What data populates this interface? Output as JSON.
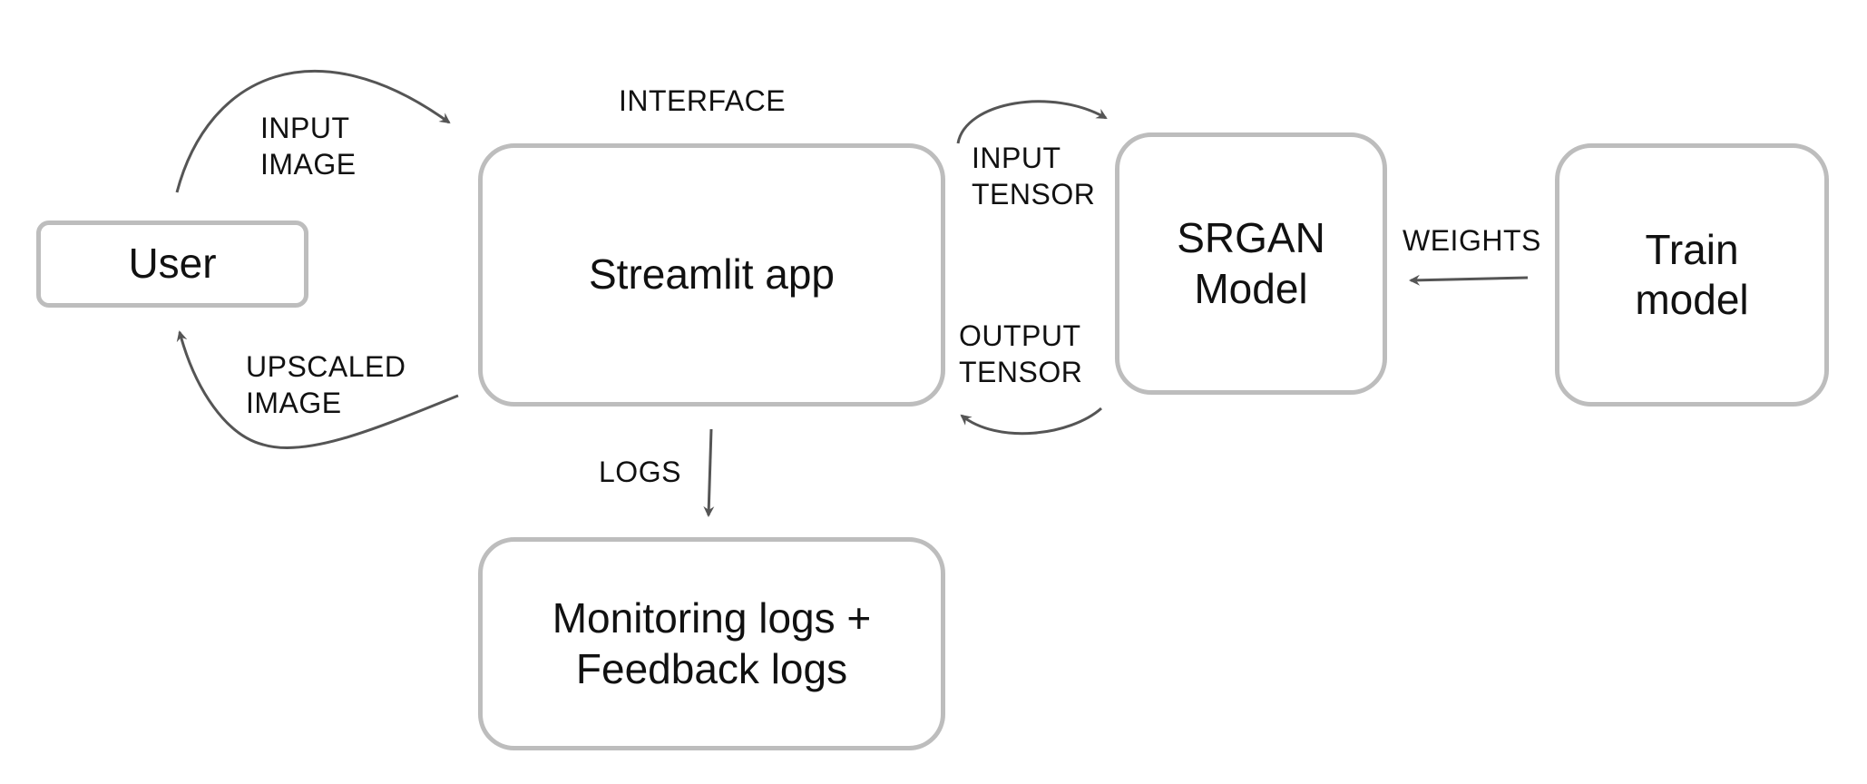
{
  "diagram": {
    "nodes": {
      "user": "User",
      "streamlit_app": "Streamlit app",
      "srgan_model": "SRGAN\nModel",
      "train_model": "Train\nmodel",
      "logs_store": "Monitoring logs +\nFeedback logs"
    },
    "edge_labels": {
      "interface": "INTERFACE",
      "input_image": "INPUT\nIMAGE",
      "upscaled_image": "UPSCALED\nIMAGE",
      "input_tensor": "INPUT\nTENSOR",
      "output_tensor": "OUTPUT\nTENSOR",
      "weights": "WEIGHTS",
      "logs": "LOGS"
    },
    "colors": {
      "node_border": "#bdbdbd",
      "arrow": "#555555",
      "text": "#111111"
    }
  }
}
